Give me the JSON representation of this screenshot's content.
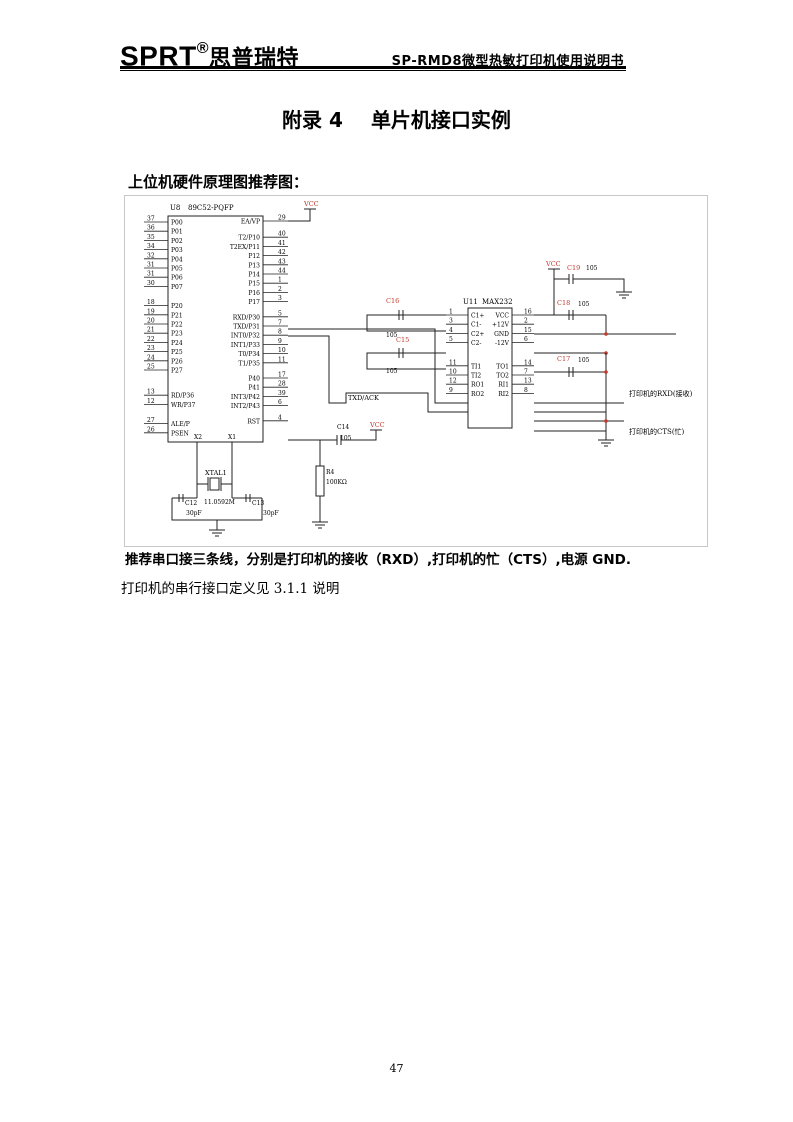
{
  "header": {
    "brand": "SPRT",
    "brand_mark": "®",
    "brand_cn": "思普瑞特",
    "doc_title": "SP-RMD8微型热敏打印机使用说明书"
  },
  "title": {
    "number": "附录 4",
    "text": "单片机接口实例"
  },
  "figure": {
    "heading": "上位机硬件原理图推荐图：",
    "caption": "推荐串口接三条线，分别是打印机的接收（RXD）,打印机的忙（CTS）,电源 GND."
  },
  "schematic": {
    "mcu_ref": "U8",
    "mcu_part": "89C52-PQFP",
    "mcu_left_pins": [
      {
        "num": "37",
        "name": "P00"
      },
      {
        "num": "36",
        "name": "P01"
      },
      {
        "num": "35",
        "name": "P02"
      },
      {
        "num": "34",
        "name": "P03"
      },
      {
        "num": "32",
        "name": "P04"
      },
      {
        "num": "31",
        "name": "P05"
      },
      {
        "num": "31",
        "name": "P06"
      },
      {
        "num": "30",
        "name": "P07"
      },
      {
        "num": "18",
        "name": "P20"
      },
      {
        "num": "19",
        "name": "P21"
      },
      {
        "num": "20",
        "name": "P22"
      },
      {
        "num": "21",
        "name": "P23"
      },
      {
        "num": "22",
        "name": "P24"
      },
      {
        "num": "23",
        "name": "P25"
      },
      {
        "num": "24",
        "name": "P26"
      },
      {
        "num": "25",
        "name": "P27"
      },
      {
        "num": "13",
        "name": "RD/P36"
      },
      {
        "num": "12",
        "name": "WR/P37"
      },
      {
        "num": "27",
        "name": "ALE/P"
      },
      {
        "num": "26",
        "name": "PSEN"
      }
    ],
    "mcu_right_pins": [
      {
        "num": "29",
        "name": "EA/VP"
      },
      {
        "num": "40",
        "name": "T2/P10"
      },
      {
        "num": "41",
        "name": "T2EX/P11"
      },
      {
        "num": "42",
        "name": "P12"
      },
      {
        "num": "43",
        "name": "P13"
      },
      {
        "num": "44",
        "name": "P14"
      },
      {
        "num": "1",
        "name": "P15"
      },
      {
        "num": "2",
        "name": "P16"
      },
      {
        "num": "3",
        "name": "P17"
      },
      {
        "num": "5",
        "name": "RXD/P30"
      },
      {
        "num": "7",
        "name": "TXD/P31"
      },
      {
        "num": "8",
        "name": "INT0/P32"
      },
      {
        "num": "9",
        "name": "INT1/P33"
      },
      {
        "num": "10",
        "name": "T0/P34"
      },
      {
        "num": "11",
        "name": "T1/P35"
      },
      {
        "num": "17",
        "name": "P40"
      },
      {
        "num": "28",
        "name": "P41"
      },
      {
        "num": "39",
        "name": "INT3/P42"
      },
      {
        "num": "6",
        "name": "INT2/P43"
      },
      {
        "num": "4",
        "name": "RST"
      }
    ],
    "x1_label": "X1",
    "x2_label": "X2",
    "vcc": "VCC",
    "xtal_label": "XTAL1",
    "xtal_value": "11.0592M",
    "c12": "C12",
    "c12_value": "30pF",
    "c13": "C13",
    "c13_value": "30pF",
    "c14": "C14",
    "c14_value": "105",
    "r4": "R4",
    "r4_value": "100KΩ",
    "net_txd": "TXD/ACK",
    "max_ref": "U11",
    "max_part": "MAX232",
    "max_left_pins": [
      {
        "num": "1",
        "name": "C1+"
      },
      {
        "num": "3",
        "name": "C1-"
      },
      {
        "num": "4",
        "name": "C2+"
      },
      {
        "num": "5",
        "name": "C2-"
      },
      {
        "num": "11",
        "name": "TI1"
      },
      {
        "num": "10",
        "name": "TI2"
      },
      {
        "num": "12",
        "name": "RO1"
      },
      {
        "num": "9",
        "name": "RO2"
      }
    ],
    "max_right_pins": [
      {
        "num": "16",
        "name": "VCC"
      },
      {
        "num": "2",
        "name": "+12V"
      },
      {
        "num": "15",
        "name": "GND"
      },
      {
        "num": "6",
        "name": "-12V"
      },
      {
        "num": "14",
        "name": "TO1"
      },
      {
        "num": "7",
        "name": "TO2"
      },
      {
        "num": "13",
        "name": "RI1"
      },
      {
        "num": "8",
        "name": "RI2"
      }
    ],
    "c16": "C16",
    "c16_value": "105",
    "c15": "C15",
    "c15_value": "105",
    "c19": "C19",
    "c19_value": "105",
    "c18": "C18",
    "c18_value": "105",
    "c17": "C17",
    "c17_value": "105",
    "printer_rxd": "打印机的RXD(接收)",
    "printer_cts": "打印机的CTS(忙)"
  },
  "body_text": "打印机的串行接口定义见 3.1.1 说明",
  "page_number": "47",
  "colors": {
    "schematic_border": "#c8c8c8",
    "schematic_red": "#c0392b",
    "wire": "#222222"
  }
}
